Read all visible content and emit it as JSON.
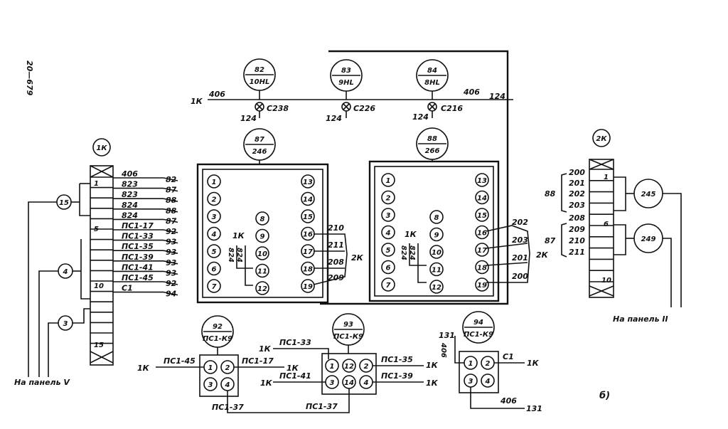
{
  "figure": {
    "side_label": "20—679",
    "panel_letter": "б)"
  },
  "lamps": [
    {
      "top": "82",
      "bottom": "10HL",
      "circuit": "С238",
      "left_wire": "406",
      "left_conn": "1К",
      "below": "124"
    },
    {
      "top": "83",
      "bottom": "9HL",
      "circuit": "С226",
      "below": "124"
    },
    {
      "top": "84",
      "bottom": "8HL",
      "circuit": "С216",
      "right_wire": "406",
      "right_wire2": "124",
      "below": "124"
    }
  ],
  "blocks": [
    {
      "top": "87",
      "bottom": "246",
      "left_pins": [
        "1",
        "2",
        "3",
        "4",
        "5",
        "6",
        "7"
      ],
      "mid_pins": [
        "8",
        "9",
        "10",
        "11",
        "12"
      ],
      "right_pins": [
        "13",
        "14",
        "15",
        "16",
        "17",
        "18",
        "19"
      ],
      "conn_label": "1К",
      "vertical_wires": [
        "824",
        "824"
      ],
      "out_wires": [
        "210",
        "211",
        "208",
        "209"
      ],
      "out_conn": "2К"
    },
    {
      "top": "88",
      "bottom": "266",
      "left_pins": [
        "1",
        "2",
        "3",
        "4",
        "5",
        "6",
        "7"
      ],
      "mid_pins": [
        "8",
        "9",
        "10",
        "11",
        "12"
      ],
      "right_pins": [
        "13",
        "14",
        "15",
        "16",
        "17",
        "18",
        "19"
      ],
      "conn_label": "1К",
      "vertical_wires": [
        "824",
        "824"
      ],
      "out_wires": [
        "202",
        "203",
        "201",
        "200"
      ],
      "out_conn": "2К"
    }
  ],
  "connector_1k": {
    "label": "1К",
    "row_numbers": [
      "1",
      "5",
      "10",
      "15"
    ],
    "wires": [
      "406",
      "823",
      "823",
      "824",
      "824",
      "ПС1-17",
      "ПС1-33",
      "ПС1-35",
      "ПС1-39",
      "ПС1-41",
      "ПС1-45",
      "С1"
    ],
    "destinations": [
      "82",
      "87",
      "88",
      "88",
      "87",
      "92",
      "93",
      "93",
      "93",
      "93",
      "92",
      "94"
    ],
    "nodes": [
      "15",
      "4",
      "3"
    ],
    "footer": "На панель V"
  },
  "connector_2k": {
    "label": "2К",
    "row_numbers": [
      "1",
      "6",
      "10"
    ],
    "wires": [
      "200",
      "201",
      "202",
      "203",
      "208",
      "209",
      "210",
      "211"
    ],
    "groups": [
      "88",
      "87"
    ],
    "nodes": [
      "245",
      "249"
    ],
    "footer": "На панель II"
  },
  "relays": [
    {
      "top": "92",
      "bottom": "ПС1-К9",
      "pins": [
        "1",
        "2",
        "3",
        "4"
      ],
      "left_wire": "ПС1-45",
      "left_conn": "1К",
      "right_wire": "ПС1-17",
      "right_conn": "1К"
    },
    {
      "top": "93",
      "bottom": "ПС1-К9",
      "pins": [
        "1",
        "12",
        "2",
        "3",
        "14",
        "4"
      ],
      "wires": [
        "ПС1-33",
        "ПС1-41",
        "ПС1-35",
        "ПС1-39"
      ],
      "conns": [
        "1К",
        "1К",
        "1К",
        "1К"
      ],
      "bottom_wires": [
        "ПС1-37",
        "ПС1-37"
      ]
    },
    {
      "top": "94",
      "bottom": "ПС1-К9",
      "pins": [
        "1",
        "2",
        "3",
        "4"
      ],
      "top_wire": "131",
      "side_wire": "406",
      "right_wire": "С1",
      "right_conn": "1К",
      "bottom_wire": "406",
      "bottom_wire2": "131"
    }
  ]
}
